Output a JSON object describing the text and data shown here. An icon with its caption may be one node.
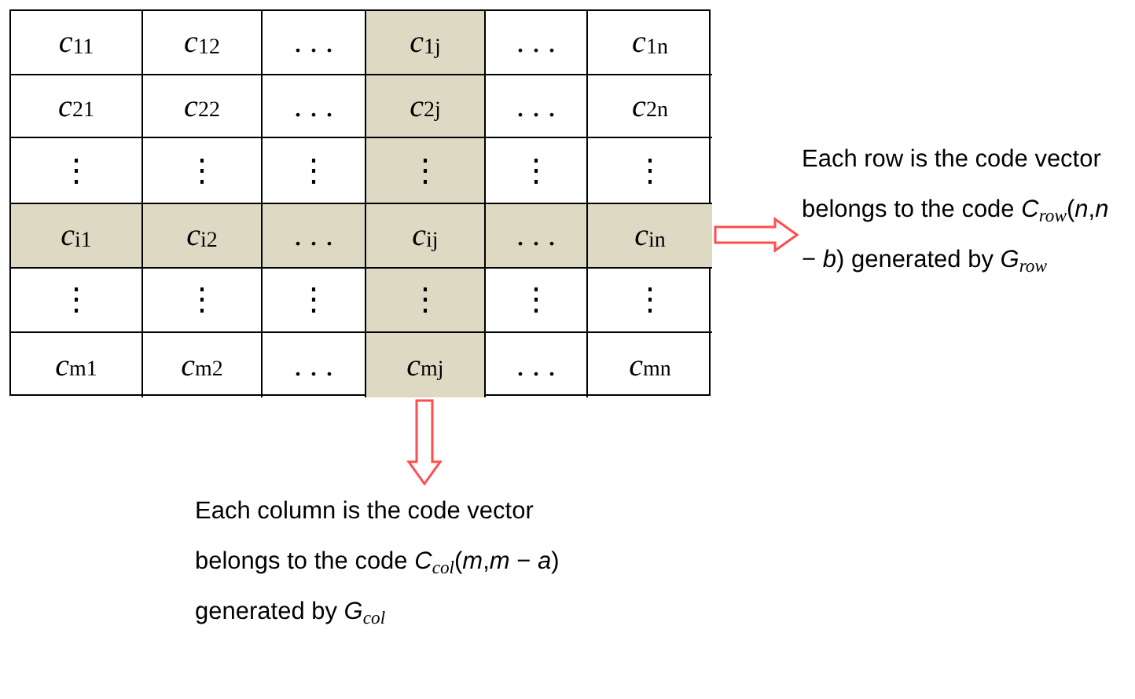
{
  "diagram": {
    "nodes": [
      {
        "text": [],
        "shape": "box"
      },
      {
        "text": [
          "Each row is the code vector belongs to the code *C*$_{row}$(*n*,*n* − *b*) generated by *G*$_{row}$"
        ]
      },
      {
        "text": [
          "Each column is the code vector belongs to the code *C*$_{col}$(*m*,*m* − *a*) generated by *G*$_{col}$"
        ]
      }
    ],
    "edges": [
      {
        "from": 0,
        "to": 1,
        "arrow": "to"
      },
      {
        "from": 0,
        "to": 2,
        "arrow": "to"
      }
    ],
    "labels": [
      "*c*$_{11}$",
      "*c*$_{12}$",
      ". . .",
      "*c*$_{1j}$",
      ". . .",
      "*c*$_{1n}$",
      "*c*$_{21}$",
      "*c*$_{22}$",
      ". . .",
      "*c*$_{2j}$",
      ". . .",
      "*c*$_{2n}$",
      "⋮",
      "⋮",
      "⋮",
      "⋮",
      "⋮",
      "⋮",
      "*c*$_{i1}$",
      "*c*$_{i2}$",
      ". . .",
      "*c*$_{ij}$",
      ". . .",
      "*c*$_{in}$",
      "⋮",
      "⋮",
      "⋮",
      "⋮",
      "⋮",
      "⋮",
      "*c*$_{m1}$",
      "*c*$_{m2}$",
      ". . .",
      "*c*$_{mj}$",
      ". . .",
      "*c*$_{mn}$"
    ]
  }
}
